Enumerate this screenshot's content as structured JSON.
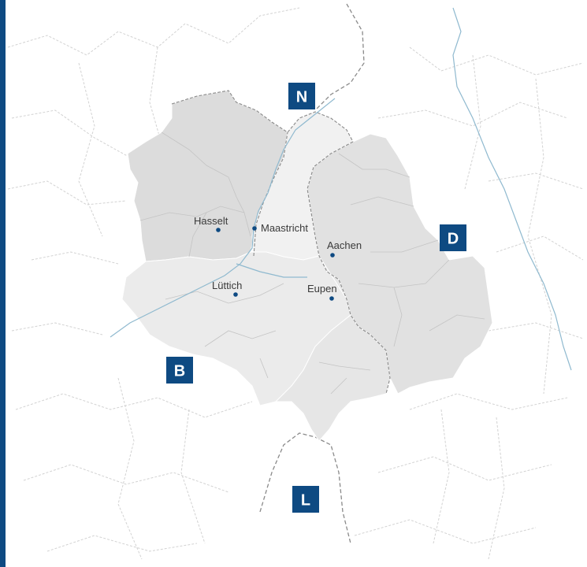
{
  "colors": {
    "accent": "#0e4a82",
    "river": "#8fb9cf",
    "region_belgium_limburg": "#dcdcdc",
    "region_liege": "#ebebeb",
    "region_dutch_limburg": "#f1f1f1",
    "region_aachen": "#e1e1e1",
    "region_eastern_belgium": "#e6e6e6",
    "border_line": "#8a8a8a",
    "sub_border_line": "#c2c2c2"
  },
  "cities": [
    {
      "name": "Hasselt"
    },
    {
      "name": "Maastricht"
    },
    {
      "name": "Aachen"
    },
    {
      "name": "Lüttich"
    },
    {
      "name": "Eupen"
    }
  ],
  "countries": [
    {
      "code": "N"
    },
    {
      "code": "D"
    },
    {
      "code": "B"
    },
    {
      "code": "L"
    }
  ]
}
